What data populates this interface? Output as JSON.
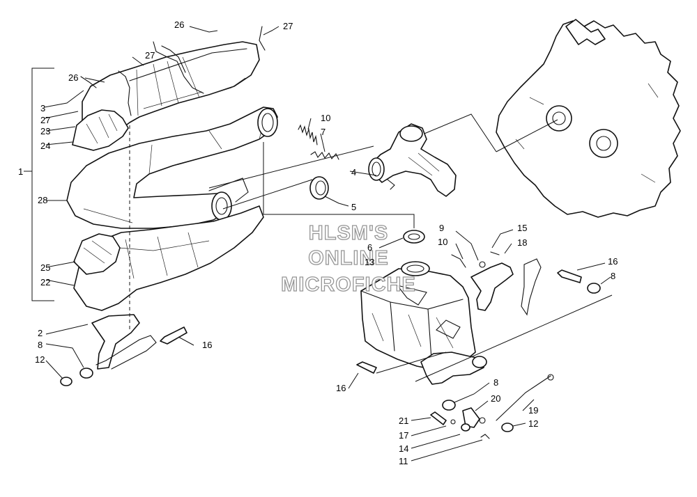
{
  "watermark": {
    "lines": [
      "HLSM'S",
      "ONLINE",
      "MICROFICHE"
    ]
  },
  "callouts": {
    "c1": "1",
    "c2": "2",
    "c3": "3",
    "c4": "4",
    "c5": "5",
    "c6": "6",
    "c7": "7",
    "c8a": "8",
    "c8b": "8",
    "c8c": "8",
    "c9": "9",
    "c10a": "10",
    "c10b": "10",
    "c11": "11",
    "c12a": "12",
    "c12b": "12",
    "c13": "13",
    "c14": "14",
    "c15": "15",
    "c16a": "16",
    "c16b": "16",
    "c16c": "16",
    "c17": "17",
    "c18": "18",
    "c19": "19",
    "c20": "20",
    "c21": "21",
    "c22": "22",
    "c23": "23",
    "c24": "24",
    "c25": "25",
    "c26a": "26",
    "c26b": "26",
    "c27a": "27",
    "c27b": "27",
    "c27c": "27",
    "c28": "28"
  }
}
